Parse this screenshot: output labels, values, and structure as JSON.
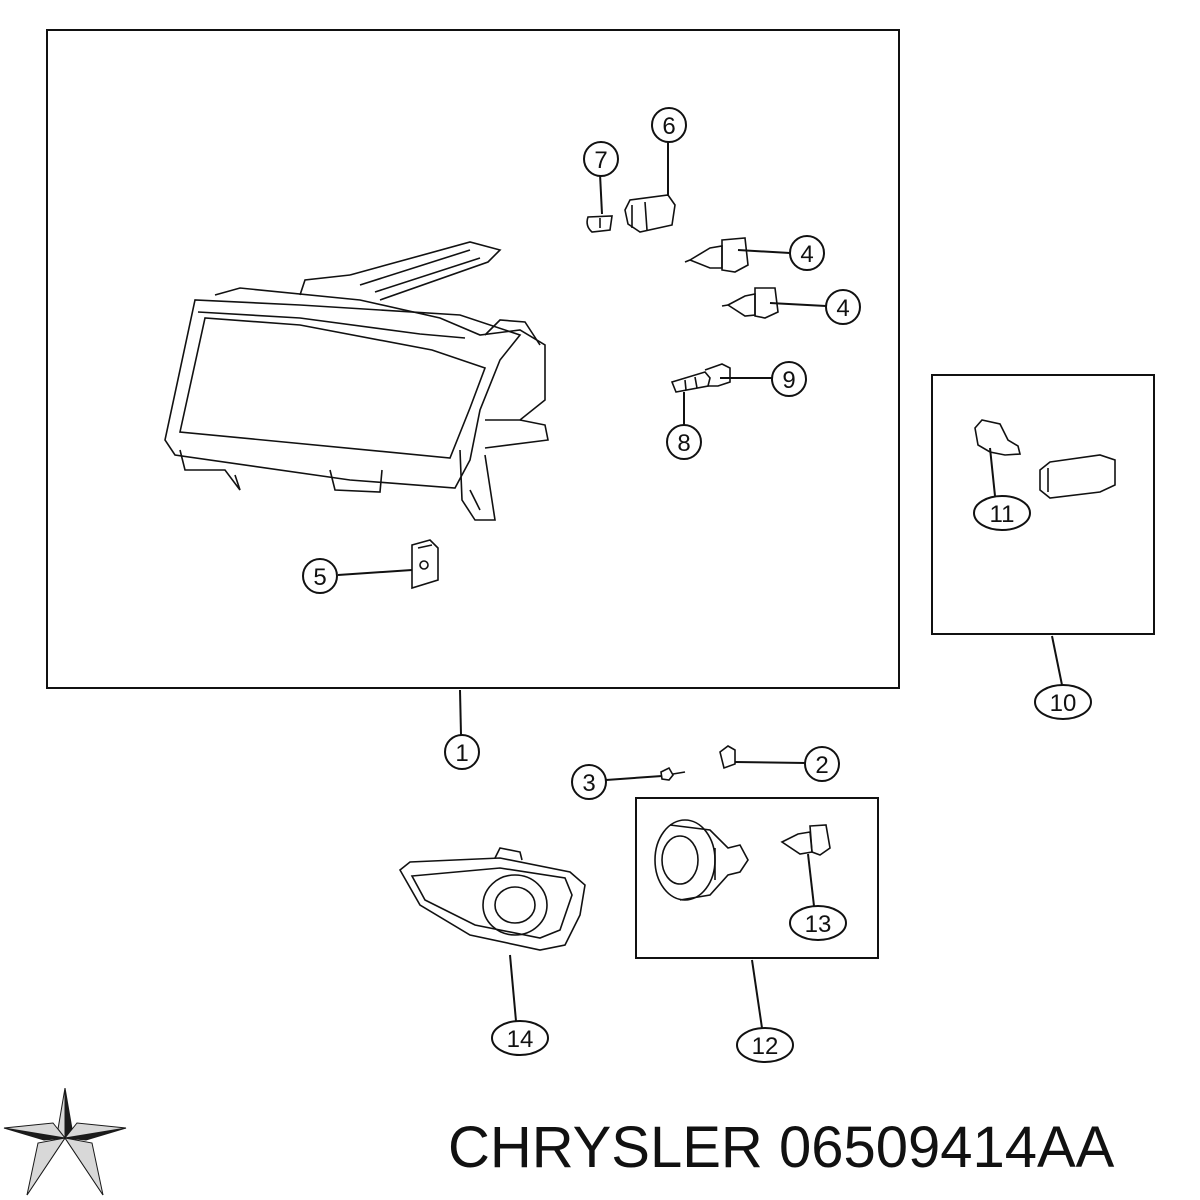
{
  "callouts": [
    {
      "id": "c1",
      "label": "1"
    },
    {
      "id": "c2",
      "label": "2"
    },
    {
      "id": "c3",
      "label": "3"
    },
    {
      "id": "c4a",
      "label": "4"
    },
    {
      "id": "c4b",
      "label": "4"
    },
    {
      "id": "c5",
      "label": "5"
    },
    {
      "id": "c6",
      "label": "6"
    },
    {
      "id": "c7",
      "label": "7"
    },
    {
      "id": "c8",
      "label": "8"
    },
    {
      "id": "c9",
      "label": "9"
    },
    {
      "id": "c10",
      "label": "10"
    },
    {
      "id": "c11",
      "label": "11"
    },
    {
      "id": "c12",
      "label": "12"
    },
    {
      "id": "c13",
      "label": "13"
    },
    {
      "id": "c14",
      "label": "14"
    }
  ],
  "footer": {
    "brand": "CHRYSLER",
    "part_number": "06509414AA",
    "logo_icon": "chrysler-star-icon"
  },
  "colors": {
    "line": "#111111",
    "logo_dark": "#1a1a1a",
    "logo_light": "#d8d8d8"
  }
}
